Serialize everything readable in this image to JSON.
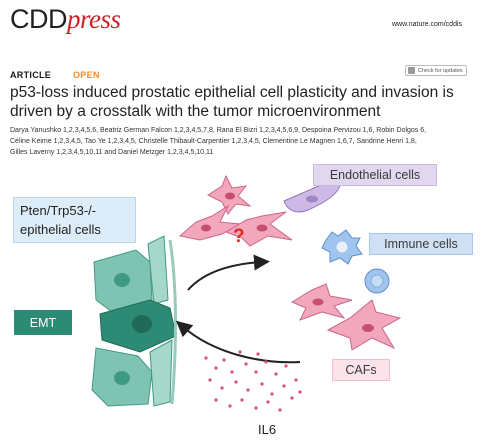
{
  "header": {
    "logo_main": "CDD",
    "logo_italic": "press",
    "url": "www.nature.com/cddis",
    "section": "ARTICLE",
    "access": "OPEN",
    "updates_label": "Check for updates"
  },
  "paper": {
    "title": "p53-loss induced prostatic epithelial cell plasticity and invasion is driven by a crosstalk with the tumor microenvironment",
    "authors_line1": "Darya Yanushko 1,2,3,4,5,6, Beatriz German Falcon 1,2,3,4,5,7,8, Rana El Bizri 1,2,3,4,5,6,9, Despoina Pervizou 1,6, Robin Dolgos 6,",
    "authors_line2": "Céline Keime 1,2,3,4,5, Tao Ye 1,2,3,4,5, Christelle Thibault-Carpentier 1,2,3,4,5, Clementine Le Magnen 1,6,7, Sandrine Henri 1,8,",
    "authors_line3": "Gilles Laverny 1,2,3,4,5,10,11 and Daniel Metzger 1,2,3,4,5,10,11"
  },
  "figure": {
    "label_epithelial": "Pten/Trp53-/- epithelial cells",
    "label_emt": "EMT",
    "label_endothelial": "Endothelial cells",
    "label_immune": "Immune cells",
    "label_cafs": "CAFs",
    "label_il6": "IL6",
    "question_mark": "?",
    "colors": {
      "epithelial": "#7fc4b3",
      "epithelial_dark": "#2d8a74",
      "caf": "#f2a7bd",
      "endothelial": "#cdb8e6",
      "immune": "#9fc4ee",
      "question": "#e8251e"
    }
  }
}
